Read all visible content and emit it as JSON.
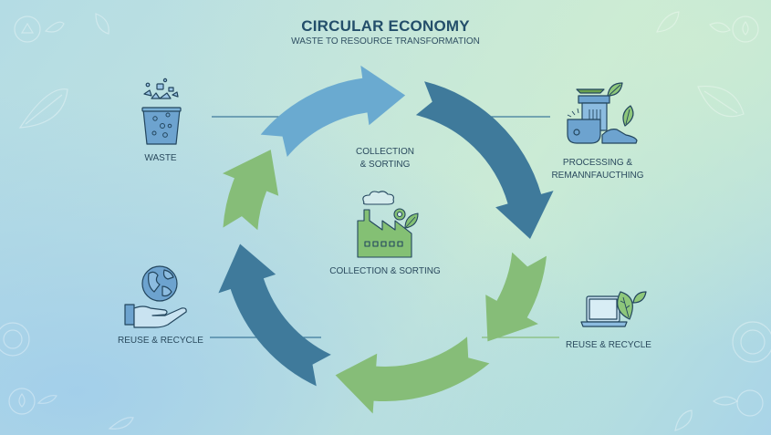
{
  "header": {
    "title": "CIRCULAR ECONOMY",
    "subtitle": "WASTE TO RESOURCE TRANSFORMATION"
  },
  "stages": {
    "waste": {
      "label": "WASTE",
      "icon": "waste-bin-icon"
    },
    "processing": {
      "label_line1": "PROCESSING &",
      "label_line2": "REMANNFAUCTHING",
      "icon": "processing-machine-icon"
    },
    "reuse_left": {
      "label": "REUSE & RECYCLE",
      "icon": "hand-globe-icon"
    },
    "reuse_right": {
      "label": "REUSE & RECYCLE",
      "icon": "laptop-leaf-icon"
    },
    "center_top": {
      "label_line1": "COLLECTION",
      "label_line2": "& SORTING"
    },
    "center": {
      "label": "COLLECTION & SORTING",
      "icon": "factory-icon"
    }
  },
  "colors": {
    "light_blue": "#6aaad0",
    "dark_blue": "#3f7a9b",
    "green": "#86bd78",
    "text": "#2a4a5e",
    "title": "#234e6a"
  }
}
